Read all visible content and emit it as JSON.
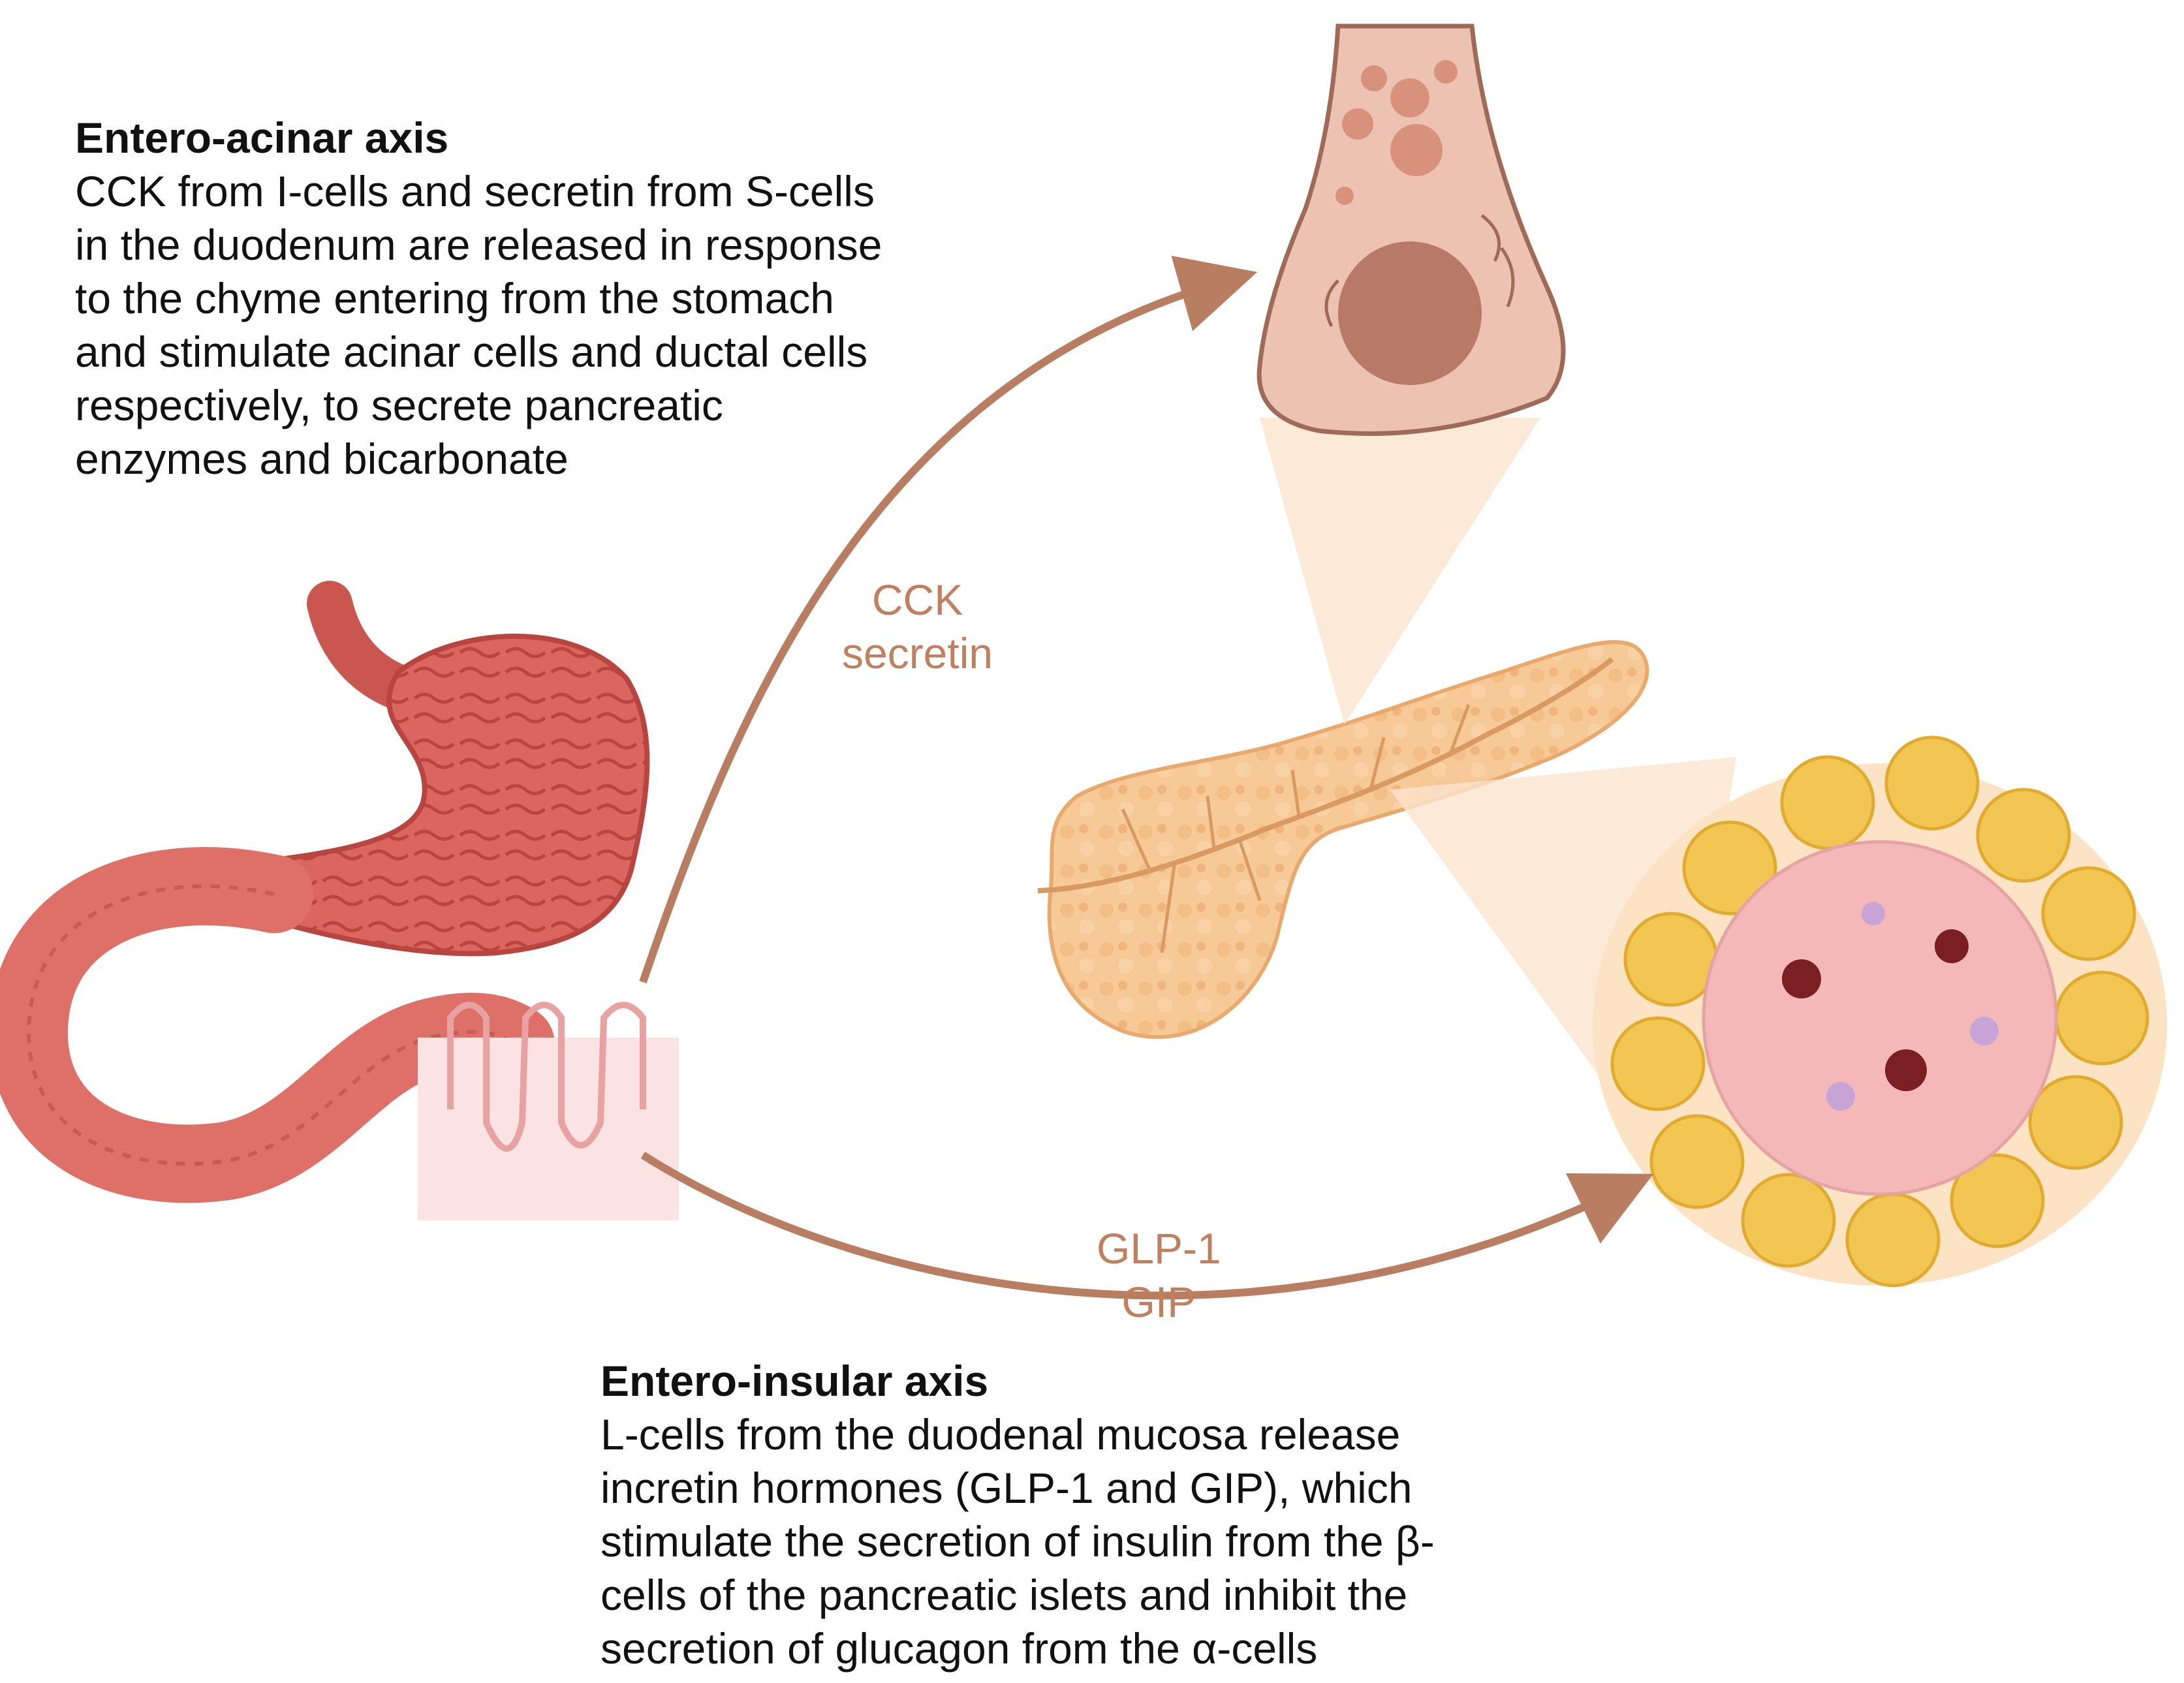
{
  "entero_acinar": {
    "heading": "Entero-acinar axis",
    "lines": [
      "CCK from I-cells and secretin from S-cells",
      "in the duodenum are released in response",
      "to the chyme entering from the stomach",
      "and stimulate acinar cells and ductal cells",
      "respectively, to secrete pancreatic",
      "enzymes and bicarbonate"
    ]
  },
  "entero_insular": {
    "heading": "Entero-insular axis",
    "lines": [
      "L-cells from the duodenal mucosa release",
      "incretin hormones (GLP-1 and GIP), which",
      "stimulate the secretion of insulin from the β-",
      "cells of the pancreatic islets and inhibit the",
      "secretion of glucagon from the α-cells"
    ]
  },
  "upper_arrow_labels": [
    "CCK",
    "secretin"
  ],
  "lower_arrow_labels": [
    "GLP-1",
    "GIP"
  ],
  "colors": {
    "arrow": "#b97d62",
    "label": "#c08060",
    "stomach": "#d9675f",
    "pancreas": "#f6c996",
    "acinar_cell": "#ecc3b2",
    "islet": "#f4b8b8"
  }
}
